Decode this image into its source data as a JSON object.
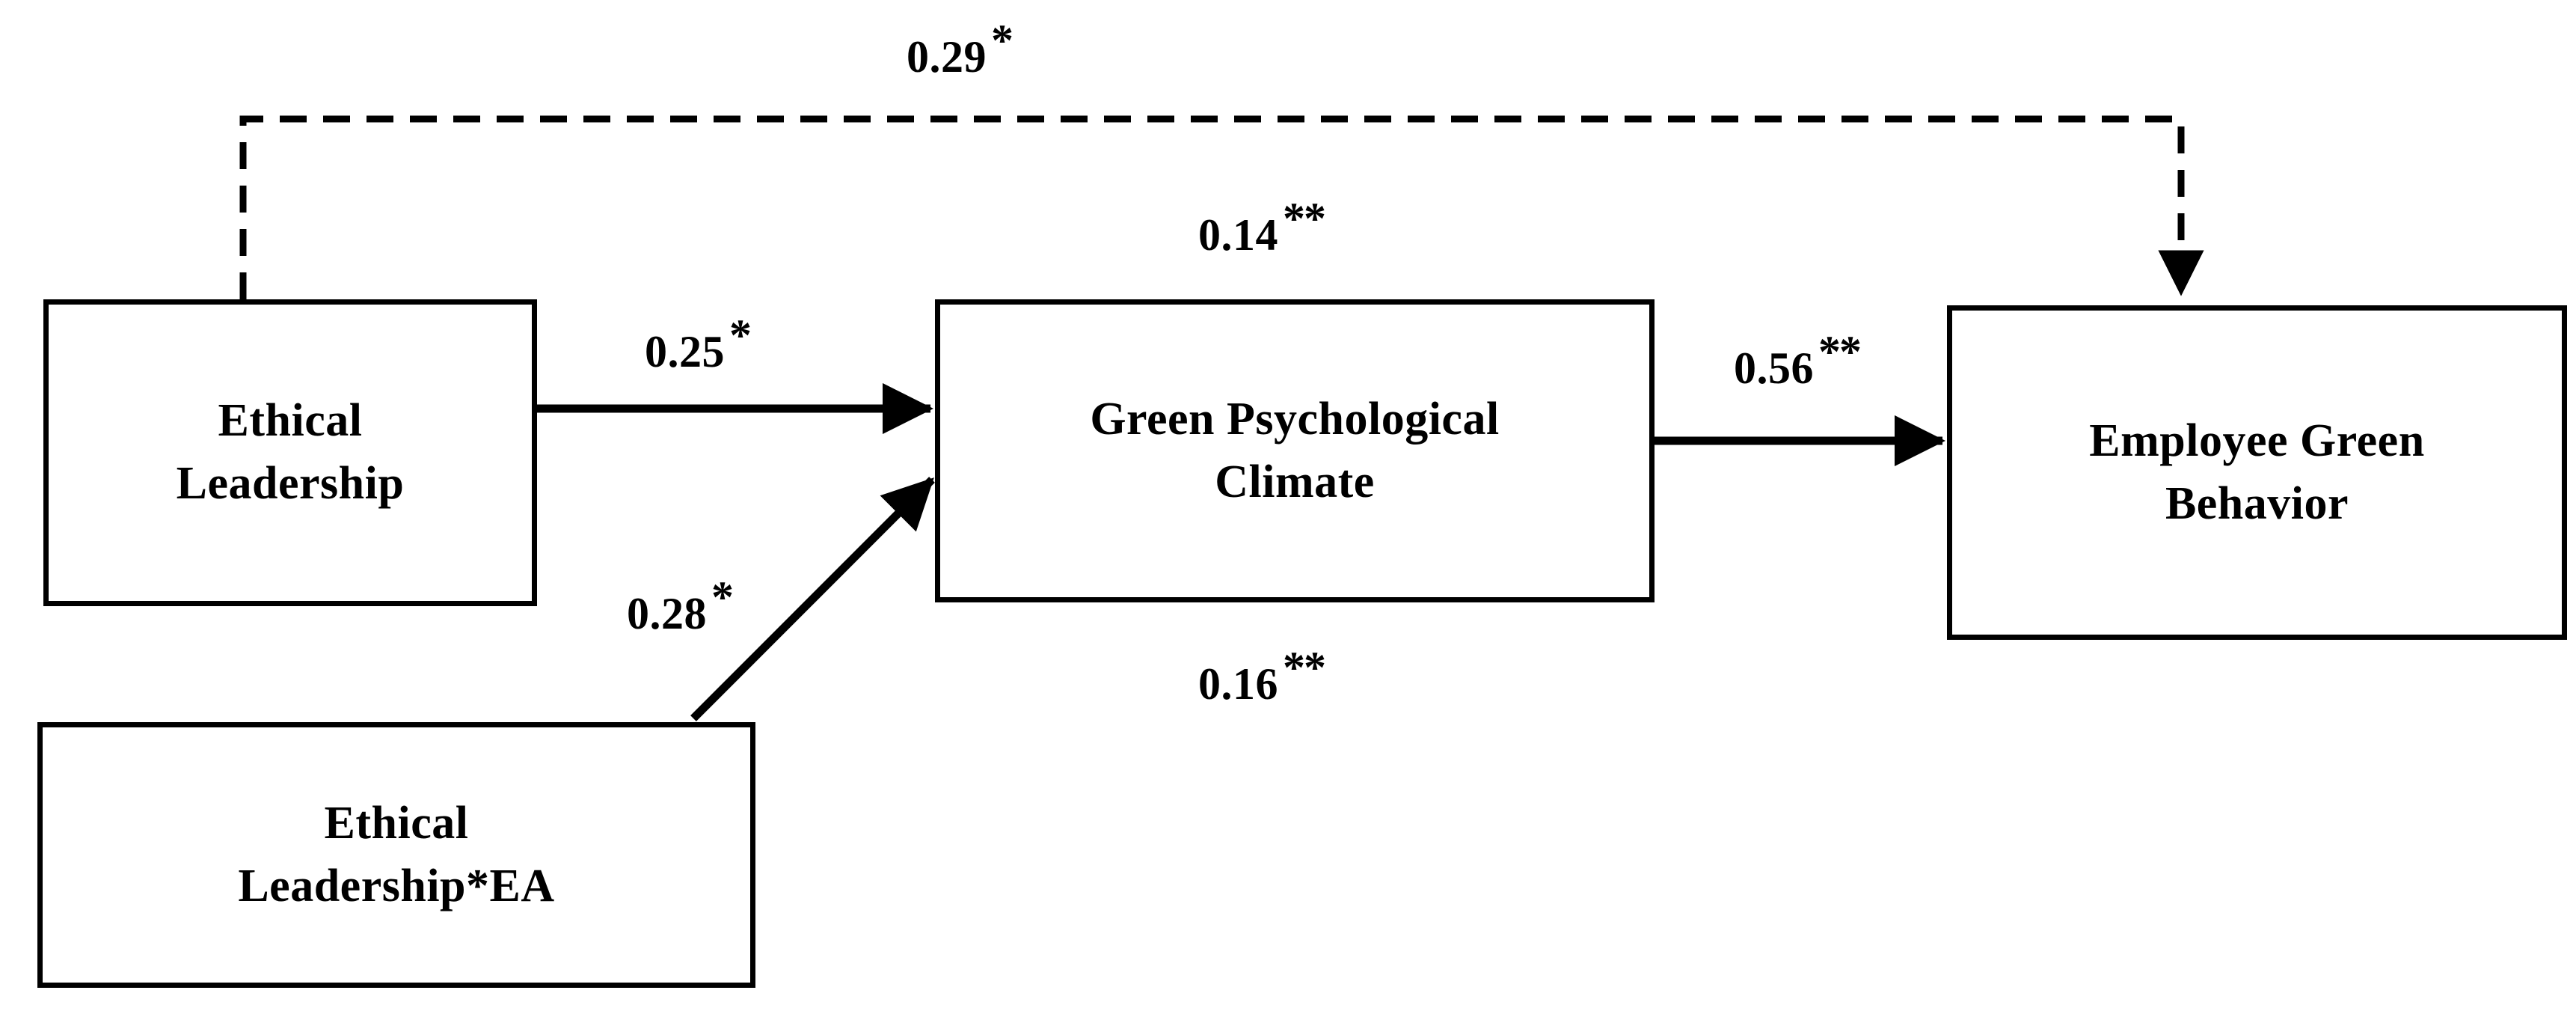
{
  "diagram": {
    "type": "structural-equation-model",
    "title": "",
    "background_color": "#ffffff",
    "line_color": "#000000",
    "nodes": [
      {
        "id": "ethical-leadership",
        "lines": [
          "Ethical",
          "Leadership"
        ]
      },
      {
        "id": "green-psychological-climate",
        "lines": [
          "Green Psychological",
          "Climate"
        ]
      },
      {
        "id": "employee-green-behavior",
        "lines": [
          "Employee Green",
          "Behavior"
        ]
      },
      {
        "id": "ethical-leadership-ea",
        "lines": [
          "Ethical",
          "Leadership*EA"
        ]
      }
    ],
    "paths": [
      {
        "id": "direct-effect",
        "from": "ethical-leadership",
        "to": "employee-green-behavior",
        "style": "dashed",
        "coefficient": "0.29",
        "stars": "*"
      },
      {
        "id": "el-to-climate",
        "from": "ethical-leadership",
        "to": "green-psychological-climate",
        "style": "solid",
        "coefficient": "0.25",
        "stars": "*"
      },
      {
        "id": "interaction-to-climate",
        "from": "ethical-leadership-ea",
        "to": "green-psychological-climate",
        "style": "solid",
        "coefficient": "0.28",
        "stars": "*"
      },
      {
        "id": "climate-to-behavior",
        "from": "green-psychological-climate",
        "to": "employee-green-behavior",
        "style": "solid",
        "coefficient": "0.56",
        "stars": "**"
      },
      {
        "id": "climate-upper",
        "from": "green-psychological-climate",
        "to": "",
        "style": "none",
        "coefficient": "0.14",
        "stars": "**"
      },
      {
        "id": "climate-lower",
        "from": "green-psychological-climate",
        "to": "",
        "style": "none",
        "coefficient": "0.16",
        "stars": "**"
      }
    ]
  }
}
